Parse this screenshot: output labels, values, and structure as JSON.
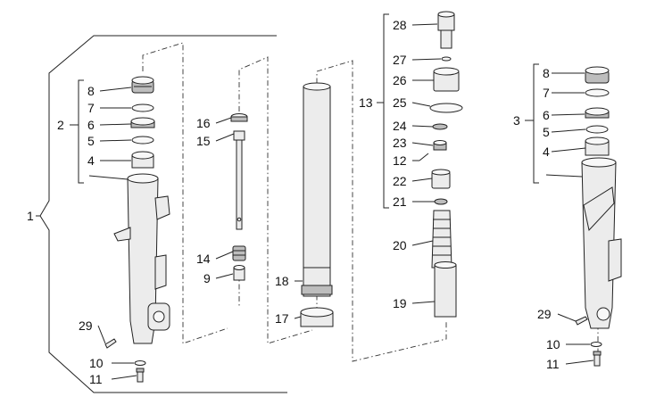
{
  "callouts": {
    "l1": "1",
    "l2": "2",
    "l3": "3",
    "lf8": "8",
    "lf7": "7",
    "lf6": "6",
    "lf5": "5",
    "lf4": "4",
    "l16": "16",
    "l15": "15",
    "l14": "14",
    "l9": "9",
    "l18": "18",
    "l17": "17",
    "l13": "13",
    "l28": "28",
    "l27": "27",
    "l26": "26",
    "l25": "25",
    "l24": "24",
    "l23": "23",
    "l12": "12",
    "l22": "22",
    "l21": "21",
    "l20": "20",
    "l19": "19",
    "l29a": "29",
    "l10a": "10",
    "l11a": "11",
    "r8": "8",
    "r7": "7",
    "r6": "6",
    "r5": "5",
    "r4": "4",
    "l29b": "29",
    "l10b": "10",
    "l11b": "11"
  }
}
